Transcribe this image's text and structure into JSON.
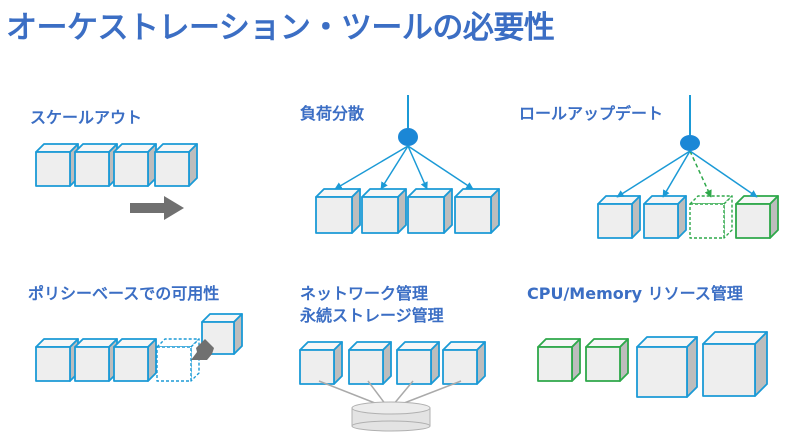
{
  "title": "オーケストレーション・ツールの必要性",
  "sections": {
    "scale_out": "スケールアウト",
    "load_balancing": "負荷分散",
    "rolling_update": "ロールアップデート",
    "policy_availability": "ポリシーベースでの可用性",
    "network_management": "ネットワーク管理",
    "persistent_storage": "永続ストレージ管理",
    "resource_management": "CPU/Memory リソース管理"
  },
  "colors": {
    "accent": "#3b6ec4",
    "container_blue": "#1b9ad6",
    "container_green": "#2ea84a",
    "node_fill": "#1b87d6",
    "arrow_gray": "#707070"
  },
  "icons": [
    "container-cube-icon",
    "arrow-right-icon",
    "load-balancer-node-icon",
    "storage-disk-icon"
  ]
}
